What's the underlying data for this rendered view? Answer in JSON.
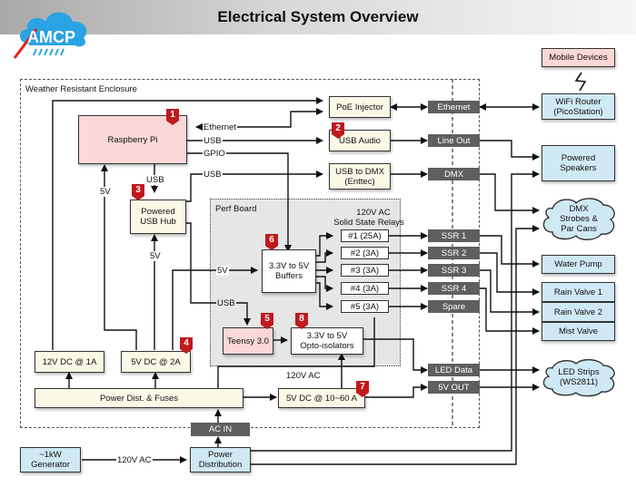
{
  "header": {
    "title": "Electrical System Overview"
  },
  "logo": {
    "text": "AMCP",
    "icon": "cloud-rain-logo-icon"
  },
  "colors": {
    "badge": "#c0191e",
    "port": "#5f5f5f",
    "pink": "#fad7d8",
    "cream": "#fbf9e6",
    "blue": "#cfe9f4",
    "perf_board": "#e6e6e6"
  },
  "regions": {
    "enclosure": "Weather Resistant Enclosure",
    "perf_board": "Perf Board",
    "ssr_heading_1": "120V AC",
    "ssr_heading_2": "Solid State Relays"
  },
  "components": {
    "raspberry_pi": "Raspberry Pi",
    "usb_hub_1": "Powered",
    "usb_hub_2": "USB Hub",
    "poe_injector": "PoE Injector",
    "usb_audio": "USB Audio",
    "usb_dmx_1": "USB to DMX",
    "usb_dmx_2": "(Enttec)",
    "buffers_1": "3.3V to 5V",
    "buffers_2": "Buffers",
    "teensy": "Teensy 3.0",
    "opto_1": "3.3V to 5V",
    "opto_2": "Opto-isolators",
    "psu_12v": "12V DC @ 1A",
    "psu_5v_small": "5V DC @ 2A",
    "power_dist_fuses": "Power Dist. & Fuses",
    "psu_5v_large": "5V DC @ 10~60 A",
    "generator_1": "~1kW",
    "generator_2": "Generator",
    "power_distribution_1": "Power",
    "power_distribution_2": "Distribution"
  },
  "relays": [
    "#1 (25A)",
    "#2 (3A)",
    "#3 (3A)",
    "#4 (3A)",
    "#5 (3A)"
  ],
  "ports": {
    "ethernet": "Ethernet",
    "line_out": "Line Out",
    "dmx": "DMX",
    "ssr1": "SSR 1",
    "ssr2": "SSR 2",
    "ssr3": "SSR 3",
    "ssr4": "SSR 4",
    "spare": "Spare",
    "led_data": "LED Data",
    "five_v_out": "5V OUT",
    "ac_in": "AC IN"
  },
  "external": {
    "mobile_devices": "Mobile Devices",
    "wifi_router_1": "WiFi Router",
    "wifi_router_2": "(PicoStation)",
    "speakers_1": "Powered",
    "speakers_2": "Speakers",
    "dmx_fixtures_1": "DMX",
    "dmx_fixtures_2": "Strobes &",
    "dmx_fixtures_3": "Par Cans",
    "water_pump": "Water Pump",
    "rain_valve_1": "Rain Valve 1",
    "rain_valve_2": "Rain Valve 2",
    "mist_valve": "Mist Valve",
    "led_strips_1": "LED Strips",
    "led_strips_2": "(WS2811)"
  },
  "wire_labels": {
    "ethernet": "Ethernet",
    "usb_audio": "USB",
    "gpio": "GPIO",
    "usb_dmx": "USB",
    "usb_pi_hub": "USB",
    "five_v_pi": "5V",
    "five_v_hub": "5V",
    "five_v_buffers": "5V",
    "usb_teensy": "USB",
    "ac_120v_internal": "120V AC",
    "ac_120v_generator": "120V AC"
  },
  "badges": [
    "1",
    "2",
    "3",
    "4",
    "5",
    "6",
    "7",
    "8"
  ]
}
